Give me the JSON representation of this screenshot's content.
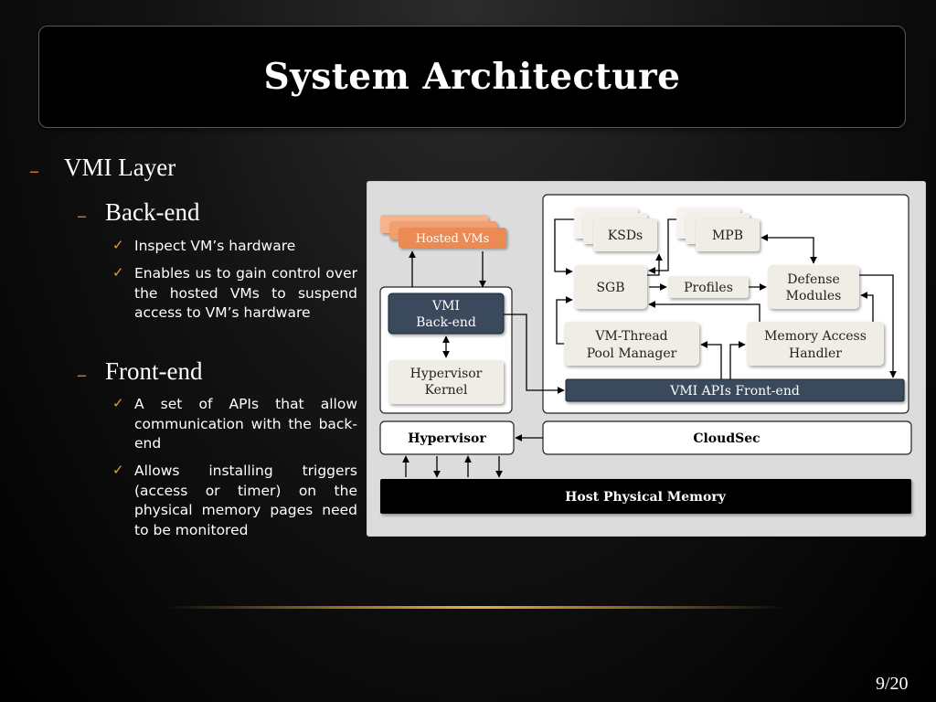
{
  "slide": {
    "title": "System Architecture",
    "page_number": "9/20"
  },
  "bullets": {
    "level1": {
      "dash": "–",
      "text": "VMI Layer"
    },
    "backend": {
      "dash": "–",
      "heading": "Back-end",
      "items": [
        {
          "check": "✓",
          "text": "Inspect VM’s hardware"
        },
        {
          "check": "✓",
          "text": "Enables us to gain control over the hosted VMs to suspend access to VM’s hardware"
        }
      ]
    },
    "frontend": {
      "dash": "–",
      "heading": "Front-end",
      "items": [
        {
          "check": "✓",
          "text": "A set of APIs that allow communication with the back-end"
        },
        {
          "check": "✓",
          "text": "Allows installing triggers (access or timer) on the physical memory pages need to be monitored"
        }
      ]
    }
  },
  "diagram": {
    "hosted_vms": "Hosted VMs",
    "vmi_backend_line1": "VMI",
    "vmi_backend_line2": "Back-end",
    "hypervisor_kernel_line1": "Hypervisor",
    "hypervisor_kernel_line2": "Kernel",
    "ksds": "KSDs",
    "mpb": "MPB",
    "sgb": "SGB",
    "profiles": "Profiles",
    "defense_line1": "Defense",
    "defense_line2": "Modules",
    "vmthread_line1": "VM-Thread",
    "vmthread_line2": "Pool Manager",
    "memaccess_line1": "Memory Access",
    "memaccess_line2": "Handler",
    "vmi_frontend": "VMI APIs Front-end",
    "hypervisor": "Hypervisor",
    "cloudsec": "CloudSec",
    "host_memory": "Host Physical Memory",
    "colors": {
      "panel_bg": "#dcdcdc",
      "node_bg": "#f0ece6",
      "dark_node": "#3a4a5c",
      "hosted_vm": "#ec8a52",
      "memory_bar": "#000000"
    }
  }
}
